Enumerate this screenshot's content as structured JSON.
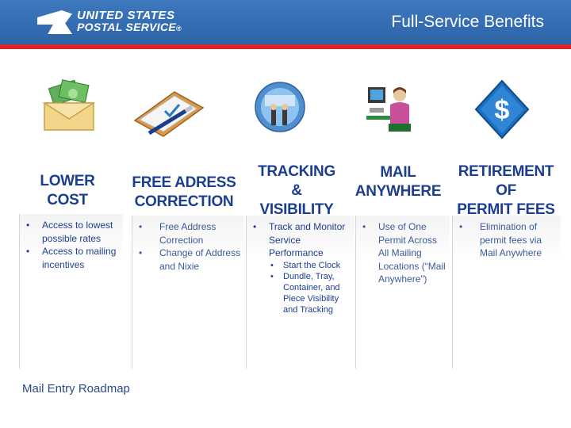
{
  "header": {
    "logo_line1": "UNITED STATES",
    "logo_line2": "POSTAL SERVICE",
    "logo_reg": "®",
    "title": "Full-Service Benefits"
  },
  "columns": [
    {
      "heading": "LOWER\nCOST",
      "icon": "money-envelope-icon",
      "bullets": [
        "Access to lowest possible rates",
        "Access to mailing incentives"
      ]
    },
    {
      "heading": "FREE ADRESS\nCORRECTION",
      "icon": "clipboard-pen-icon",
      "bullets": [
        "Free Address Correction",
        "Change of Address and Nixie"
      ]
    },
    {
      "heading": "TRACKING\n&\nVISIBILITY",
      "icon": "tracking-globe-icon",
      "bullets": [
        "Track and Monitor Service Performance"
      ],
      "sub_bullets": [
        "Start the Clock",
        "Dundle, Tray, Container, and Piece Visibility and Tracking"
      ]
    },
    {
      "heading": "MAIL\nANYWHERE",
      "icon": "person-computer-icon",
      "bullets": [
        "Use of One Permit Across All Mailing Locations (“Mail Anywhere”)"
      ]
    },
    {
      "heading": "RETIREMENT\nOF\nPERMIT FEES",
      "icon": "dollar-diamond-icon",
      "bullets": [
        "Elimination of permit fees via Mail Anywhere"
      ]
    }
  ],
  "footer": "Mail Entry Roadmap",
  "colors": {
    "header_blue": "#3e78bd",
    "stripe_red": "#d8232a",
    "heading_blue": "#1c3e8f"
  }
}
